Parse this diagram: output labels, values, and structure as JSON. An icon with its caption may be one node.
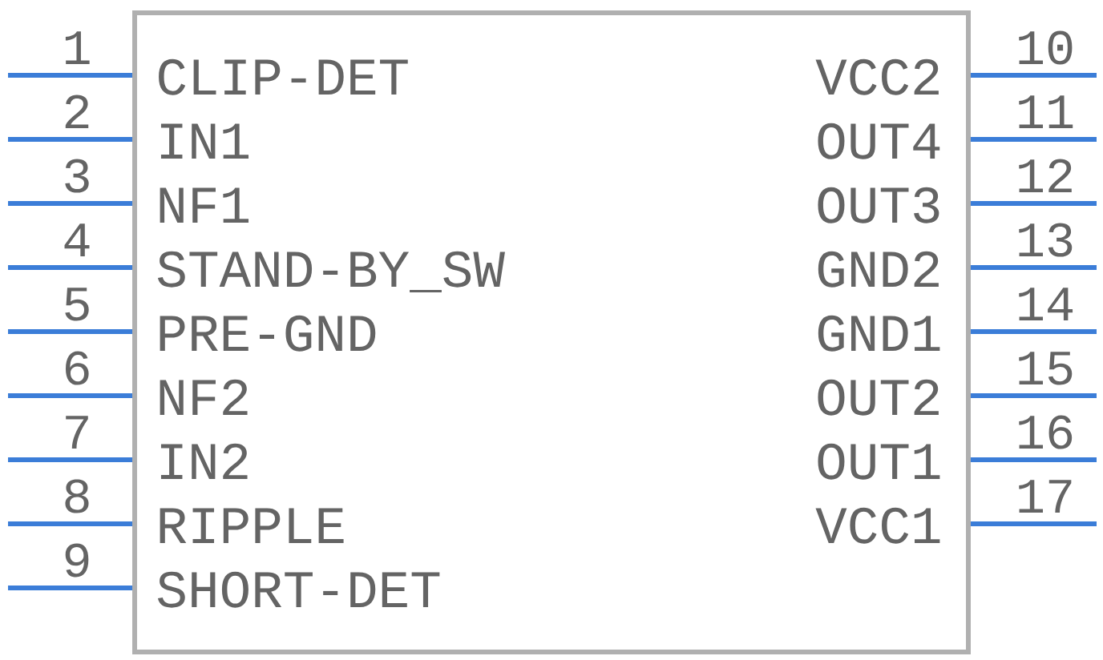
{
  "diagram": {
    "nodes": [
      {
        "text": [
          "CLIP-DET",
          "IN1",
          "NF1",
          "STAND-BY_SW",
          "PRE-GND",
          "NF2",
          "IN2",
          "RIPPLE",
          "SHORT-DET",
          "VCC2",
          "OUT4",
          "OUT3",
          "GND2",
          "GND1",
          "OUT2",
          "OUT1",
          "VCC1"
        ]
      }
    ],
    "labels": [
      "1",
      "2",
      "3",
      "4",
      "5",
      "6",
      "7",
      "8",
      "9",
      "10",
      "11",
      "12",
      "13",
      "14",
      "15",
      "16",
      "17"
    ]
  }
}
